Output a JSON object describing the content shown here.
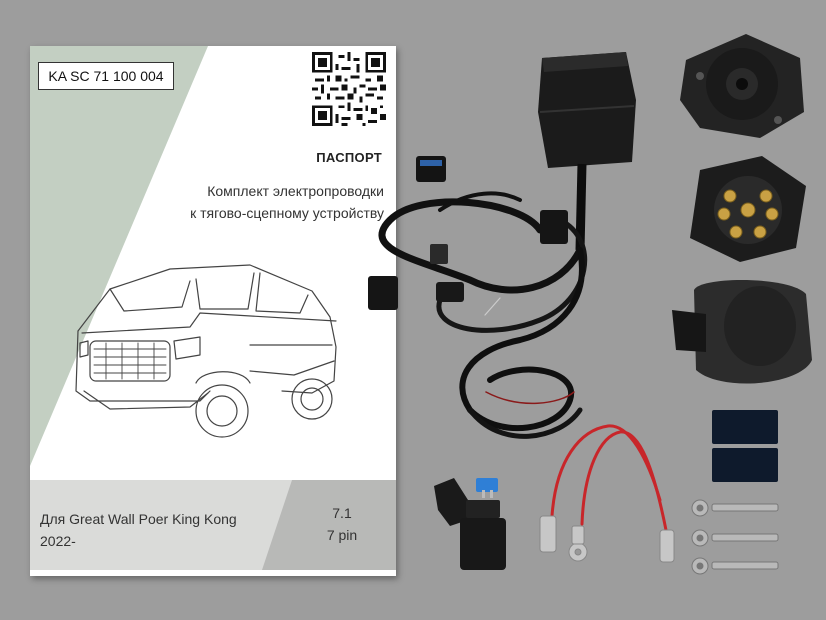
{
  "passport": {
    "code": "KA SC 71 100 004",
    "title": "ПАСПОРТ",
    "subtitle_line1": "Комплект электропроводки",
    "subtitle_line2": "к тягово-сцепному устройству",
    "vehicle_line1": "Для Great Wall Poer King Kong",
    "vehicle_line2": "2022-",
    "version": "7.1",
    "pins": "7 pin"
  },
  "colors": {
    "background": "#9d9d9d",
    "sage_green": "#c3cfc2",
    "footer_gray": "#dadbd9",
    "footer_dark": "#b8b9b7",
    "wire_red": "#c8262a",
    "fuse_blue": "#2f7fd6"
  }
}
